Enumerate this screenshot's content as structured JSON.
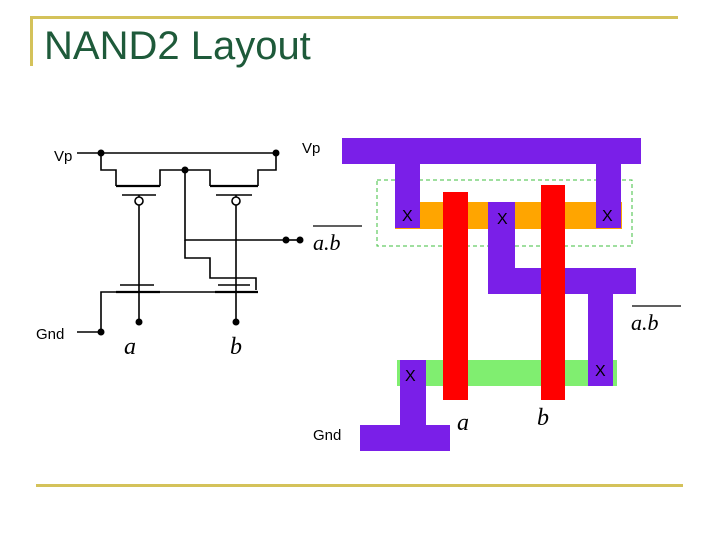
{
  "slide": {
    "title": "NAND2 Layout"
  },
  "schematic": {
    "vdd_left_label": "Vp",
    "gnd_label": "Gnd",
    "output_label": "a.b",
    "input_a_label": "a",
    "input_b_label": "b"
  },
  "layout": {
    "vdd_label": "Vp",
    "gnd_label": "Gnd",
    "output_label": "a.b",
    "input_a_label": "a",
    "input_b_label": "b",
    "contact_mark": "X"
  },
  "colors": {
    "title": "#1e5a3a",
    "rule": "#d4c25a",
    "metal": "#7a1fe8",
    "poly": "#ff0000",
    "p_diffusion": "#ffa500",
    "n_diffusion": "#80ee70",
    "nwell_outline": "#3fbf3f",
    "wire": "#000000"
  }
}
